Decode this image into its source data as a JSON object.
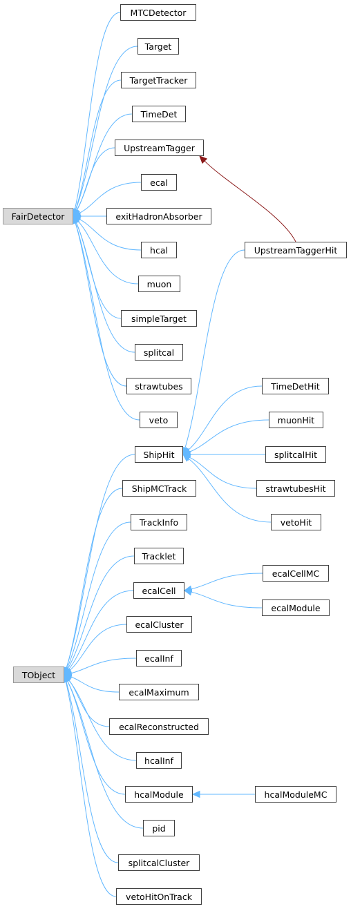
{
  "colors": {
    "inherit": "#63b8ff",
    "usage": "#8b1a1a"
  },
  "nodes": {
    "fairdetector": "FairDetector",
    "tobject": "TObject",
    "mtcdetector": "MTCDetector",
    "target": "Target",
    "targettracker": "TargetTracker",
    "timedet": "TimeDet",
    "upstreamtagger": "UpstreamTagger",
    "ecal": "ecal",
    "exithadronabsorber": "exitHadronAbsorber",
    "hcal": "hcal",
    "muon": "muon",
    "simpletarget": "simpleTarget",
    "splitcal": "splitcal",
    "strawtubes": "strawtubes",
    "veto": "veto",
    "upstreamtaggerhit": "UpstreamTaggerHit",
    "timedethit": "TimeDetHit",
    "muonhit": "muonHit",
    "splitcalhit": "splitcalHit",
    "strawtubeshit": "strawtubesHit",
    "vetohit": "vetoHit",
    "shiphit": "ShipHit",
    "shipmctrack": "ShipMCTrack",
    "trackinfo": "TrackInfo",
    "tracklet": "Tracklet",
    "ecalcell": "ecalCell",
    "ecalcluster": "ecalCluster",
    "ecalinf": "ecalInf",
    "ecalmaximum": "ecalMaximum",
    "ecalreconstructed": "ecalReconstructed",
    "hcalinf": "hcalInf",
    "hcalmodule": "hcalModule",
    "pid": "pid",
    "splitcalcluster": "splitcalCluster",
    "vetohitontrack": "vetoHitOnTrack",
    "ecalcellmc": "ecalCellMC",
    "ecalmodule": "ecalModule",
    "hcalmodulemc": "hcalModuleMC"
  },
  "edges": [
    {
      "from": "mtcdetector",
      "to": "fairdetector",
      "kind": "inherit"
    },
    {
      "from": "target",
      "to": "fairdetector",
      "kind": "inherit"
    },
    {
      "from": "targettracker",
      "to": "fairdetector",
      "kind": "inherit"
    },
    {
      "from": "timedet",
      "to": "fairdetector",
      "kind": "inherit"
    },
    {
      "from": "upstreamtagger",
      "to": "fairdetector",
      "kind": "inherit"
    },
    {
      "from": "ecal",
      "to": "fairdetector",
      "kind": "inherit"
    },
    {
      "from": "exithadronabsorber",
      "to": "fairdetector",
      "kind": "inherit"
    },
    {
      "from": "hcal",
      "to": "fairdetector",
      "kind": "inherit"
    },
    {
      "from": "muon",
      "to": "fairdetector",
      "kind": "inherit"
    },
    {
      "from": "simpletarget",
      "to": "fairdetector",
      "kind": "inherit"
    },
    {
      "from": "splitcal",
      "to": "fairdetector",
      "kind": "inherit"
    },
    {
      "from": "strawtubes",
      "to": "fairdetector",
      "kind": "inherit"
    },
    {
      "from": "veto",
      "to": "fairdetector",
      "kind": "inherit"
    },
    {
      "from": "upstreamtaggerhit",
      "to": "upstreamtagger",
      "kind": "usage"
    },
    {
      "from": "upstreamtaggerhit",
      "to": "shiphit",
      "kind": "inherit"
    },
    {
      "from": "timedethit",
      "to": "shiphit",
      "kind": "inherit"
    },
    {
      "from": "muonhit",
      "to": "shiphit",
      "kind": "inherit"
    },
    {
      "from": "splitcalhit",
      "to": "shiphit",
      "kind": "inherit"
    },
    {
      "from": "strawtubeshit",
      "to": "shiphit",
      "kind": "inherit"
    },
    {
      "from": "vetohit",
      "to": "shiphit",
      "kind": "inherit"
    },
    {
      "from": "shiphit",
      "to": "tobject",
      "kind": "inherit"
    },
    {
      "from": "shipmctrack",
      "to": "tobject",
      "kind": "inherit"
    },
    {
      "from": "trackinfo",
      "to": "tobject",
      "kind": "inherit"
    },
    {
      "from": "tracklet",
      "to": "tobject",
      "kind": "inherit"
    },
    {
      "from": "ecalcell",
      "to": "tobject",
      "kind": "inherit"
    },
    {
      "from": "ecalcluster",
      "to": "tobject",
      "kind": "inherit"
    },
    {
      "from": "ecalinf",
      "to": "tobject",
      "kind": "inherit"
    },
    {
      "from": "ecalmaximum",
      "to": "tobject",
      "kind": "inherit"
    },
    {
      "from": "ecalreconstructed",
      "to": "tobject",
      "kind": "inherit"
    },
    {
      "from": "hcalinf",
      "to": "tobject",
      "kind": "inherit"
    },
    {
      "from": "hcalmodule",
      "to": "tobject",
      "kind": "inherit"
    },
    {
      "from": "pid",
      "to": "tobject",
      "kind": "inherit"
    },
    {
      "from": "splitcalcluster",
      "to": "tobject",
      "kind": "inherit"
    },
    {
      "from": "vetohitontrack",
      "to": "tobject",
      "kind": "inherit"
    },
    {
      "from": "ecalcellmc",
      "to": "ecalcell",
      "kind": "inherit"
    },
    {
      "from": "ecalmodule",
      "to": "ecalcell",
      "kind": "inherit"
    },
    {
      "from": "hcalmodulemc",
      "to": "hcalmodule",
      "kind": "inherit"
    }
  ]
}
